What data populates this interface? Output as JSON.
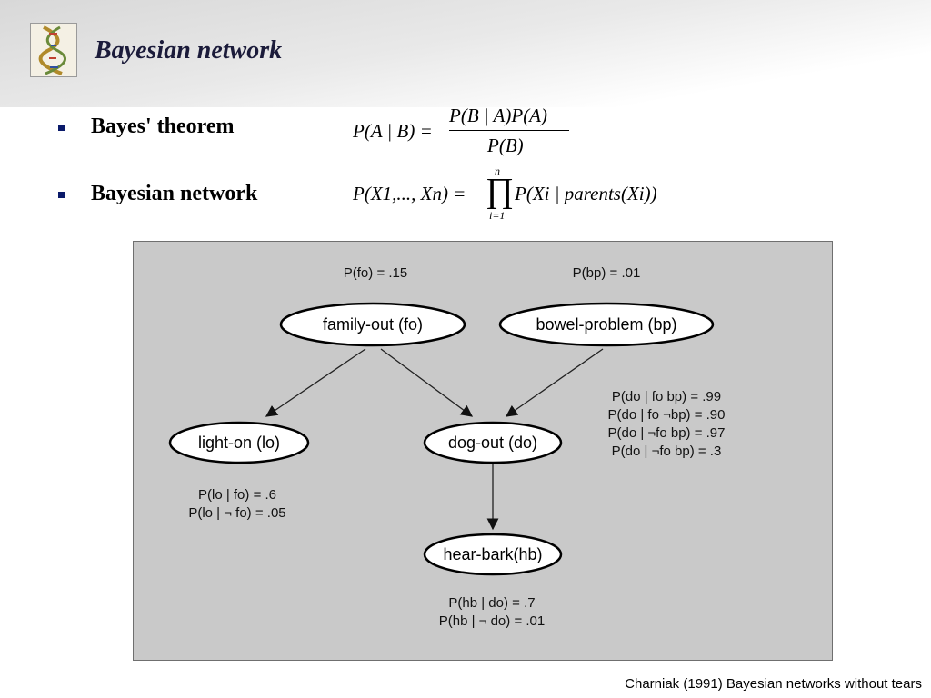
{
  "slide": {
    "title": "Bayesian network"
  },
  "bullets": [
    {
      "label": "Bayes' theorem"
    },
    {
      "label": "Bayesian network"
    }
  ],
  "formulas": {
    "bayes": {
      "lhs": "P(A | B) =",
      "numerator": "P(B | A)P(A)",
      "denominator": "P(B)"
    },
    "network": {
      "lhs": "P(X1,..., Xn) =",
      "prod_top": "n",
      "prod_bottom": "i=1",
      "rhs": "P(Xi | parents(Xi))"
    }
  },
  "diagram": {
    "nodes": {
      "fo": "family-out (fo)",
      "bp": "bowel-problem (bp)",
      "lo": "light-on (lo)",
      "do": "dog-out (do)",
      "hb": "hear-bark(hb)"
    },
    "edges": [
      {
        "from": "family-out (fo)",
        "to": "light-on (lo)"
      },
      {
        "from": "family-out (fo)",
        "to": "dog-out (do)"
      },
      {
        "from": "bowel-problem (bp)",
        "to": "dog-out (do)"
      },
      {
        "from": "dog-out (do)",
        "to": "hear-bark(hb)"
      }
    ],
    "priors": {
      "fo": "P(fo) = .15",
      "bp": "P(bp) = .01"
    },
    "cpt_do": [
      "P(do | fo bp) = .99",
      "P(do | fo ¬bp) = .90",
      "P(do | ¬fo bp) = .97",
      "P(do | ¬fo bp) = .3"
    ],
    "cpt_lo": [
      "P(lo | fo) = .6",
      "P(lo | ¬ fo) = .05"
    ],
    "cpt_hb": [
      "P(hb | do) = .7",
      "P(hb | ¬ do) = .01"
    ]
  },
  "citation": "Charniak (1991) Bayesian networks without tears"
}
